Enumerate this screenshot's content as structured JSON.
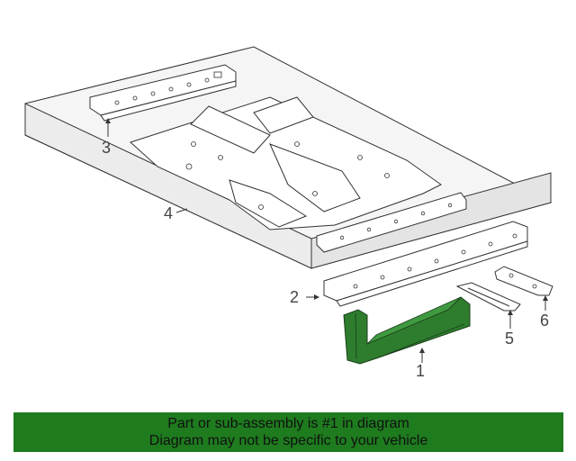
{
  "callouts": {
    "c1": "1",
    "c2": "2",
    "c3": "3",
    "c4": "4",
    "c5": "5",
    "c6": "6"
  },
  "banner": {
    "line1": "Part or sub-assembly is #1 in diagram",
    "line2": "Diagram may not be specific to your vehicle"
  },
  "colors": {
    "highlight": "#2e7d2e",
    "banner": "#1e7b1e",
    "floor_panel": "#f5f5f5",
    "outline": "#333333"
  }
}
